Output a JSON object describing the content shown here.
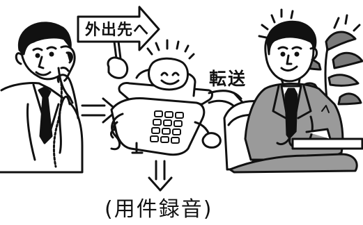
{
  "illustration": {
    "sign_text": "外出先へ",
    "transfer_text": "転送",
    "record_text": "(用件録音)"
  },
  "colors": {
    "ink": "#111111",
    "paper": "#ffffff",
    "suit_grey": "#9a9a9a",
    "plant_grey": "#7a7a7a"
  }
}
